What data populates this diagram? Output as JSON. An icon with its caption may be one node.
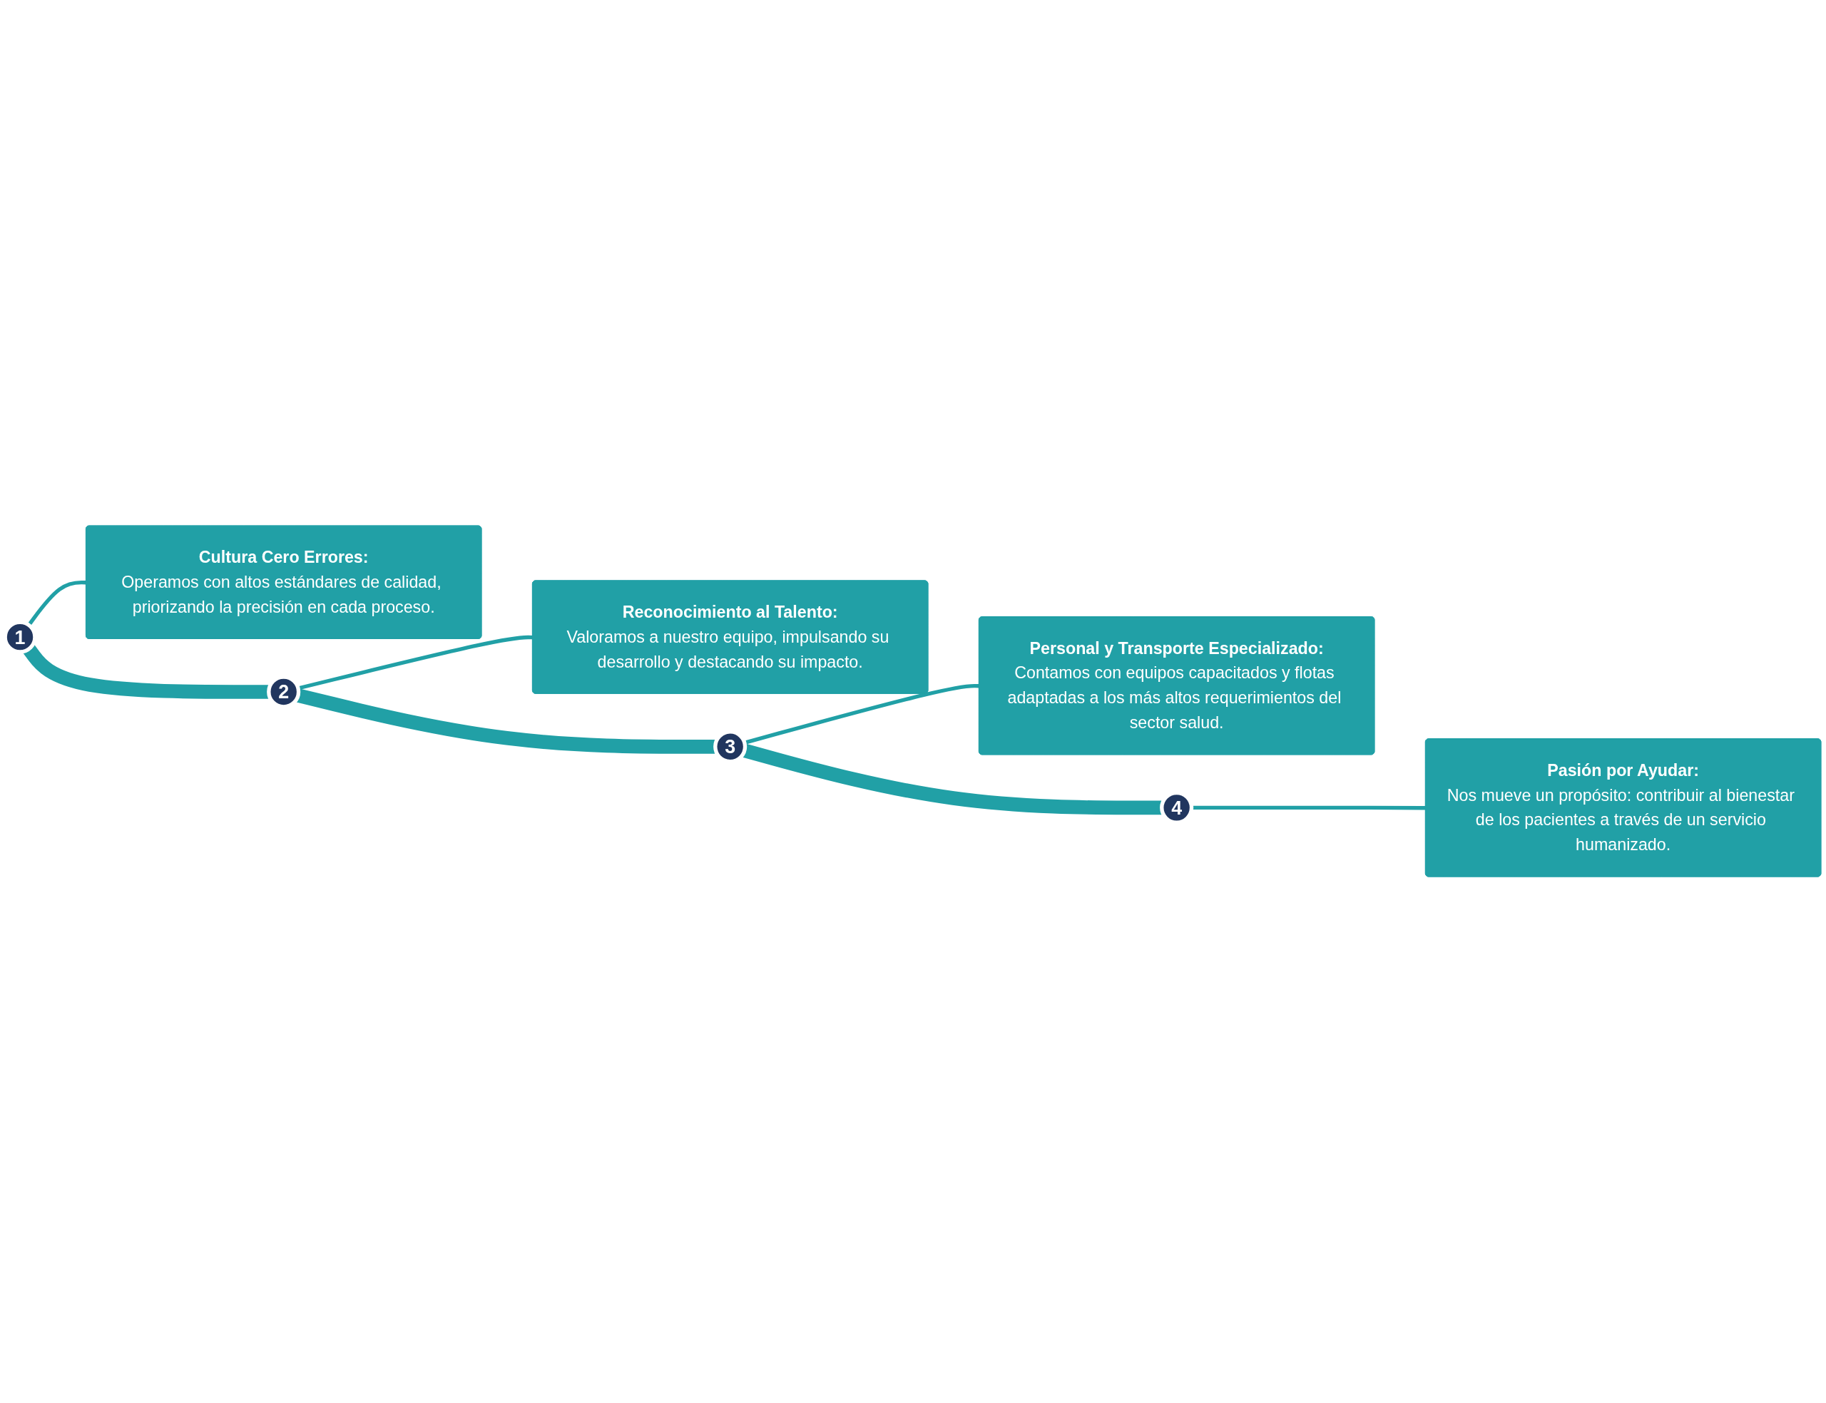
{
  "diagram": {
    "nodes": [
      {
        "text": [
          "1"
        ]
      },
      {
        "text": [
          "Cultura Cero Errores:",
          "Operamos con altos estándares de calidad, priorizando la precisión en cada proceso."
        ]
      },
      {
        "text": [
          "2"
        ]
      },
      {
        "text": [
          "Reconocimiento al Talento:",
          "Valoramos a nuestro equipo, impulsando su desarrollo y destacando su impacto."
        ]
      },
      {
        "text": [
          "3"
        ]
      },
      {
        "text": [
          "Personal y Transporte Especializado:",
          "Contamos con equipos capacitados y flotas adaptadas a los más altos requerimientos del sector salud."
        ]
      },
      {
        "text": [
          "4"
        ]
      },
      {
        "text": [
          "Pasión por Ayudar:",
          "Nos mueve un propósito: contribuir al bienestar de los pacientes a través de un servicio humanizado."
        ]
      }
    ],
    "edges": [
      {
        "from": 0,
        "to": 1,
        "arrow": "none"
      },
      {
        "from": 2,
        "to": 3,
        "arrow": "none"
      },
      {
        "from": 4,
        "to": 5,
        "arrow": "none"
      },
      {
        "from": 6,
        "to": 7,
        "arrow": "none"
      },
      {
        "from": 0,
        "to": 2,
        "arrow": "none",
        "style": "thick"
      },
      {
        "from": 2,
        "to": 4,
        "arrow": "none",
        "style": "thick"
      },
      {
        "from": 4,
        "to": 6,
        "arrow": "none",
        "style": "thick"
      }
    ]
  }
}
